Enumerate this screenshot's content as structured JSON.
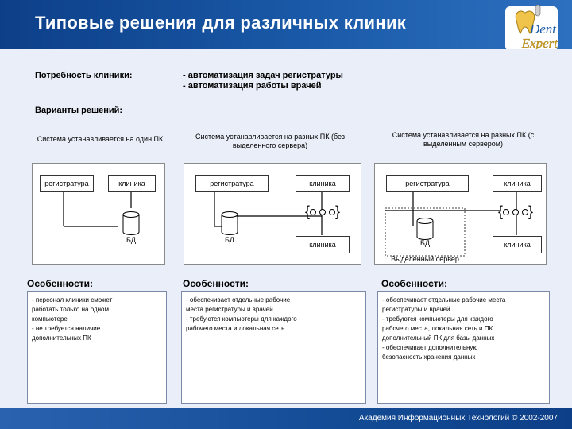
{
  "title": "Типовые решения для различных клиник",
  "logo": {
    "top": "Dent",
    "bottom": "Expert"
  },
  "needs": {
    "label": "Потребность клиники:",
    "items": [
      "- автоматизация задач регистратуры",
      "- автоматизация работы врачей"
    ]
  },
  "variants_label": "Варианты решений:",
  "columns": [
    {
      "title": "Система устанавливается на один ПК",
      "nodes": {
        "reg": "регистратура",
        "clinic": "клиника",
        "db": "БД"
      },
      "features_head": "Особенности:",
      "features": "- персонал клиники сможет\n   работать только на одном\n   компьютере\n- не требуется наличие\n   дополнительных ПК"
    },
    {
      "title": "Система устанавливается на разных ПК (без выделенного сервера)",
      "nodes": {
        "reg": "регистратура",
        "clinic": "клиника",
        "db": "БД",
        "clinic2": "клиника"
      },
      "features_head": "Особенности:",
      "features": "- обеспечивает отдельные рабочие\n   места регистратуры и врачей\n- требуются компьютеры для каждого\n   рабочего места и локальная сеть"
    },
    {
      "title": "Система устанавливается на разных ПК (с выделенным сервером)",
      "nodes": {
        "reg": "регистратура",
        "clinic": "клиника",
        "db": "БД",
        "clinic2": "клиника",
        "server": "Выделенный сервер"
      },
      "features_head": "Особенности:",
      "features": "- обеспечивает отдельные рабочие места\n   регистратуры и врачей\n- требуются компьютеры для каждого\n   рабочего места, локальная сеть и ПК\n   дополнительный ПК для базы данных\n- обеспечивает дополнительную\n   безопасность хранения данных"
    }
  ],
  "footer": "Академия Информационных Технологий © 2002-2007",
  "colors": {
    "header": "#0d3f88",
    "background": "#e9eef8",
    "footer": "#134b95"
  }
}
